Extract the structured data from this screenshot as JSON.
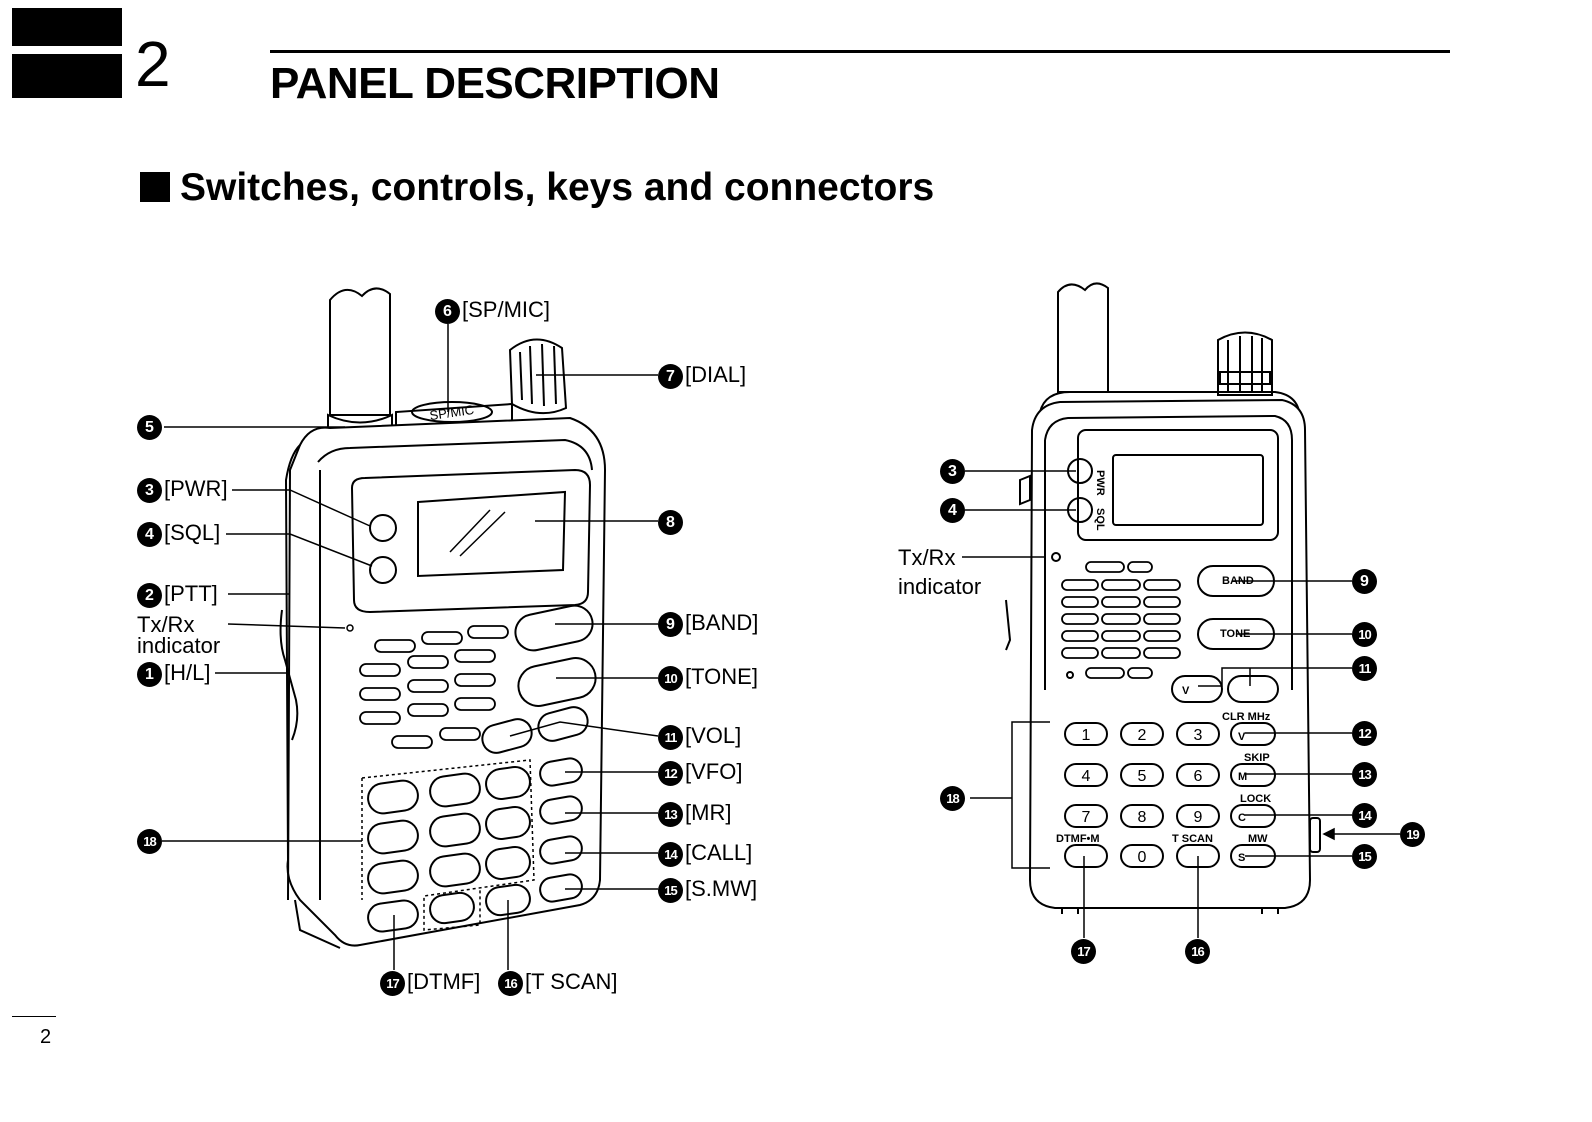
{
  "chapter": {
    "number": "2",
    "title": "PANEL DESCRIPTION"
  },
  "section": {
    "title": "Switches, controls, keys and connectors"
  },
  "page_number": "2",
  "left_view": {
    "labels": [
      {
        "num": "5",
        "text": ""
      },
      {
        "num": "3",
        "text": "[PWR]"
      },
      {
        "num": "4",
        "text": "[SQL]"
      },
      {
        "num": "2",
        "text": "[PTT]"
      },
      {
        "num": "",
        "text": "Tx/Rx"
      },
      {
        "num": "",
        "text": "indicator"
      },
      {
        "num": "1",
        "text": "[H/L]"
      },
      {
        "num": "18",
        "text": ""
      },
      {
        "num": "6",
        "text": "[SP/MIC]"
      },
      {
        "num": "7",
        "text": "[DIAL]"
      },
      {
        "num": "8",
        "text": ""
      },
      {
        "num": "9",
        "text": "[BAND]"
      },
      {
        "num": "10",
        "text": "[TONE]"
      },
      {
        "num": "11",
        "text": "[VOL]"
      },
      {
        "num": "12",
        "text": "[VFO]"
      },
      {
        "num": "13",
        "text": "[MR]"
      },
      {
        "num": "14",
        "text": "[CALL]"
      },
      {
        "num": "15",
        "text": "[S.MW]"
      },
      {
        "num": "17",
        "text": "[DTMF]"
      },
      {
        "num": "16",
        "text": "[T SCAN]"
      }
    ],
    "jack_text": "SP/MIC"
  },
  "right_view": {
    "labels": [
      {
        "num": "3",
        "text": ""
      },
      {
        "num": "4",
        "text": ""
      },
      {
        "num": "9",
        "text": ""
      },
      {
        "num": "10",
        "text": ""
      },
      {
        "num": "11",
        "text": ""
      },
      {
        "num": "12",
        "text": ""
      },
      {
        "num": "13",
        "text": ""
      },
      {
        "num": "14",
        "text": ""
      },
      {
        "num": "15",
        "text": ""
      },
      {
        "num": "18",
        "text": ""
      },
      {
        "num": "19",
        "text": ""
      },
      {
        "num": "17",
        "text": ""
      },
      {
        "num": "16",
        "text": ""
      }
    ],
    "txrx_line1": "Tx/Rx",
    "txrx_line2": "indicator",
    "key_labels": {
      "clr": "CLR MHz",
      "skip": "SKIP",
      "lock": "LOCK",
      "dtmf": "DTMF•M",
      "tscan": "T SCAN",
      "mw": "MW",
      "pwr": "PWR",
      "sql": "SQL",
      "band": "BAND",
      "tone": "TONE",
      "v": "V",
      "m": "M",
      "c": "C",
      "s": "S",
      "keypad": [
        "1",
        "2",
        "3",
        "4",
        "5",
        "6",
        "7",
        "8",
        "9",
        "0"
      ]
    }
  }
}
